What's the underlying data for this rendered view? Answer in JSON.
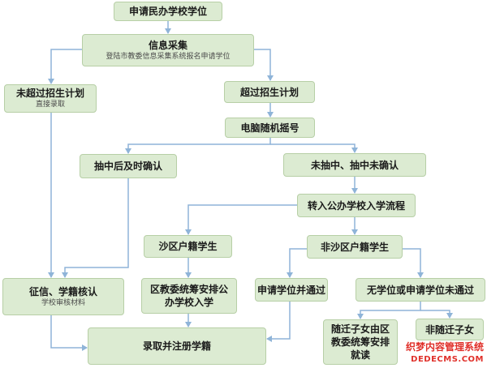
{
  "nodes": {
    "apply": {
      "label": "申请民办学校学位"
    },
    "info": {
      "label": "信息采集",
      "sub": "登陆市教委信息采集系统报名申请学位"
    },
    "not_exceed": {
      "label": "未超过招生计划",
      "sub": "直接录取"
    },
    "exceed": {
      "label": "超过招生计划"
    },
    "lottery": {
      "label": "电脑随机摇号"
    },
    "drawn_confirm": {
      "label": "抽中后及时确认"
    },
    "not_drawn": {
      "label": "未抽中、抽中未确认"
    },
    "transfer": {
      "label": "转入公办学校入学流程"
    },
    "local_hukou": {
      "label": "沙区户籍学生"
    },
    "nonlocal_hukou": {
      "label": "非沙区户籍学生"
    },
    "verify": {
      "label": "征信、学籍核认",
      "sub": "学校审核材料"
    },
    "district_arrange": {
      "label": "区教委统筹安排公办学校入学"
    },
    "apply_passed": {
      "label": "申请学位并通过"
    },
    "no_place": {
      "label": "无学位或申请学位未通过"
    },
    "migrant": {
      "label": "随迁子女由区教委统筹安排就读"
    },
    "nonmigrant": {
      "label": "非随迁子女"
    },
    "enroll": {
      "label": "录取并注册学籍"
    }
  },
  "watermark": {
    "line1": "织梦内容管理系统",
    "line2": "DEDECMS.COM"
  },
  "colors": {
    "box_fill": "#dcebd2",
    "box_border": "#b7cfa6",
    "arrow": "#8fb4d8"
  }
}
